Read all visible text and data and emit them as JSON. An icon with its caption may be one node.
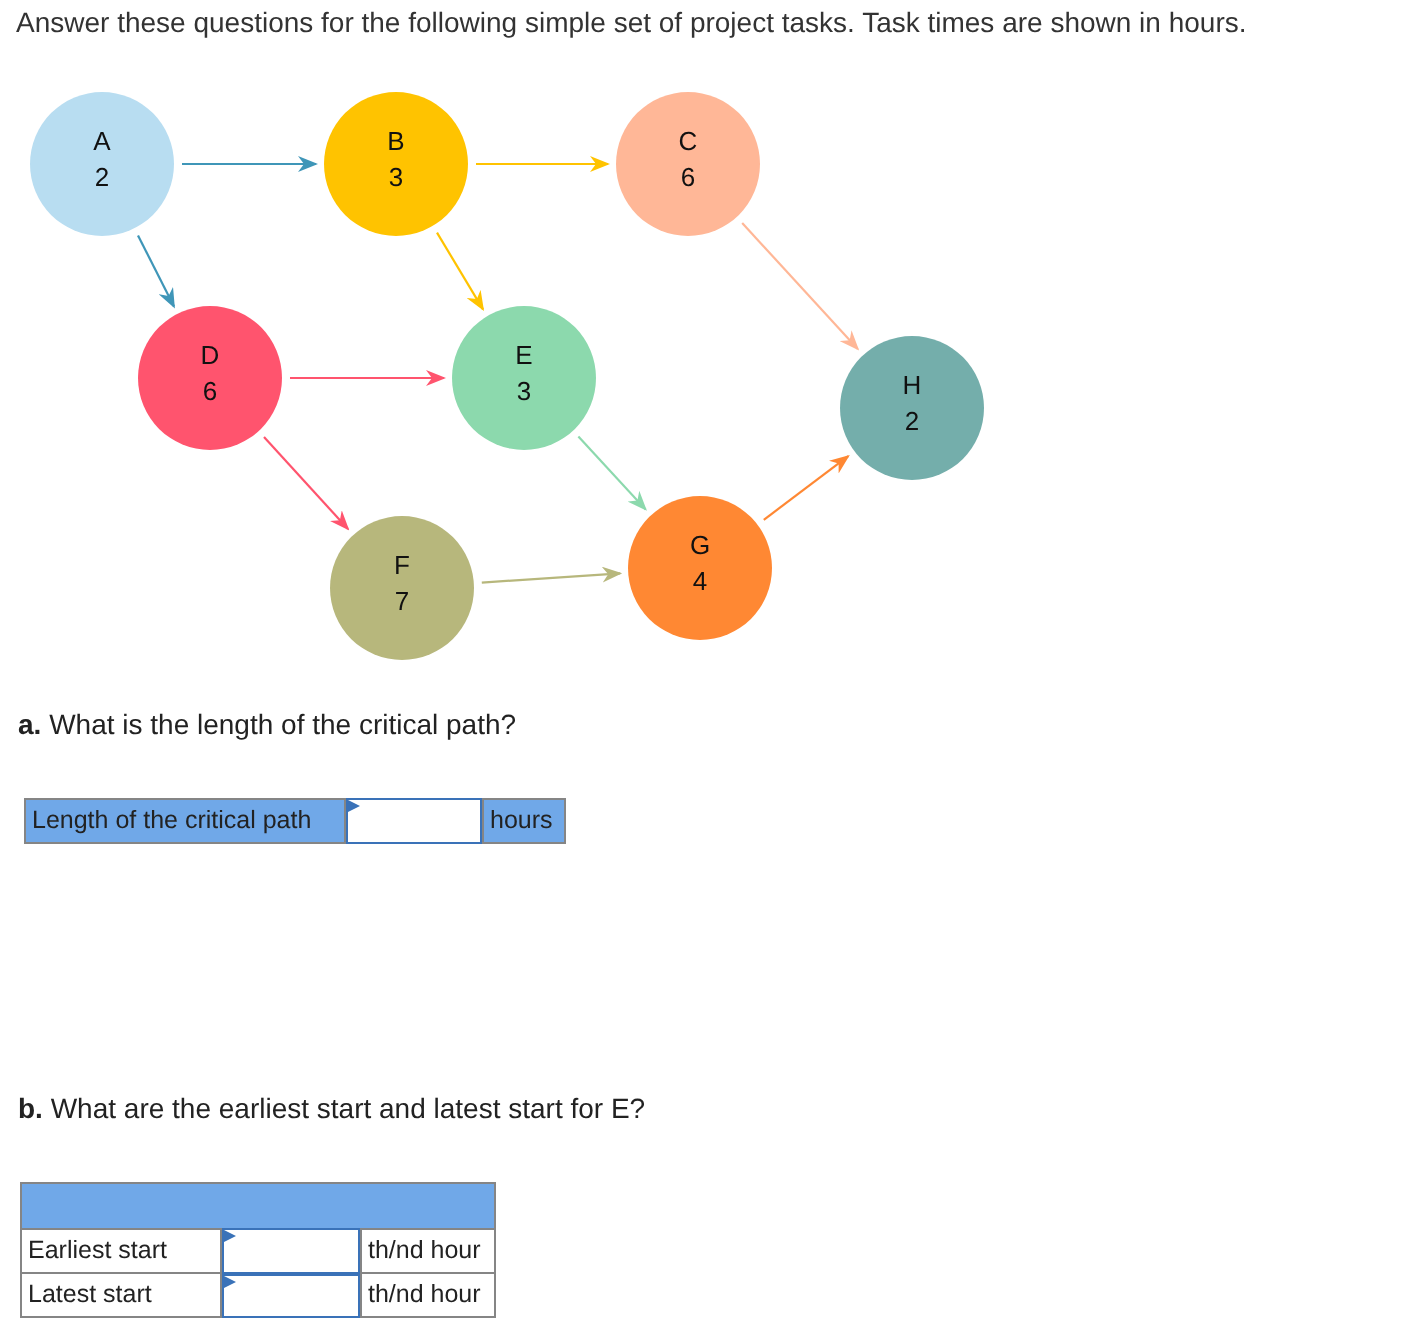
{
  "diagram": {
    "title": "Answer these questions for the following simple set of project tasks. Task times are shown in hours.",
    "nodes": [
      {
        "text": [
          "A",
          "2"
        ]
      },
      {
        "text": [
          "B",
          "3"
        ]
      },
      {
        "text": [
          "C",
          "6"
        ]
      },
      {
        "text": [
          "D",
          "6"
        ]
      },
      {
        "text": [
          "E",
          "3"
        ]
      },
      {
        "text": [
          "F",
          "7"
        ]
      },
      {
        "text": [
          "G",
          "4"
        ]
      },
      {
        "text": [
          "H",
          "2"
        ]
      }
    ],
    "edges": [
      {
        "from": 0,
        "to": 1,
        "arrow": "to",
        "color": "#3f96b8"
      },
      {
        "from": 0,
        "to": 3,
        "arrow": "to",
        "color": "#3f96b8"
      },
      {
        "from": 1,
        "to": 2,
        "arrow": "to",
        "color": "#ffc300"
      },
      {
        "from": 1,
        "to": 4,
        "arrow": "to",
        "color": "#ffc300"
      },
      {
        "from": 2,
        "to": 7,
        "arrow": "to",
        "color": "#ffb797"
      },
      {
        "from": 3,
        "to": 4,
        "arrow": "to",
        "color": "#ff546e"
      },
      {
        "from": 3,
        "to": 5,
        "arrow": "to",
        "color": "#ff546e"
      },
      {
        "from": 4,
        "to": 6,
        "arrow": "to",
        "color": "#8cd9ad"
      },
      {
        "from": 5,
        "to": 6,
        "arrow": "to",
        "color": "#b7b77c"
      },
      {
        "from": 6,
        "to": 7,
        "arrow": "to",
        "color": "#ff8833"
      }
    ],
    "labels": [
      "**a.** What is the length of the critical path?",
      "Length of the critical path",
      "hours",
      "**b.** What are the earliest start and latest start for E?",
      "Earliest start",
      "th/nd hour",
      "Latest start",
      "th/nd hour"
    ]
  }
}
